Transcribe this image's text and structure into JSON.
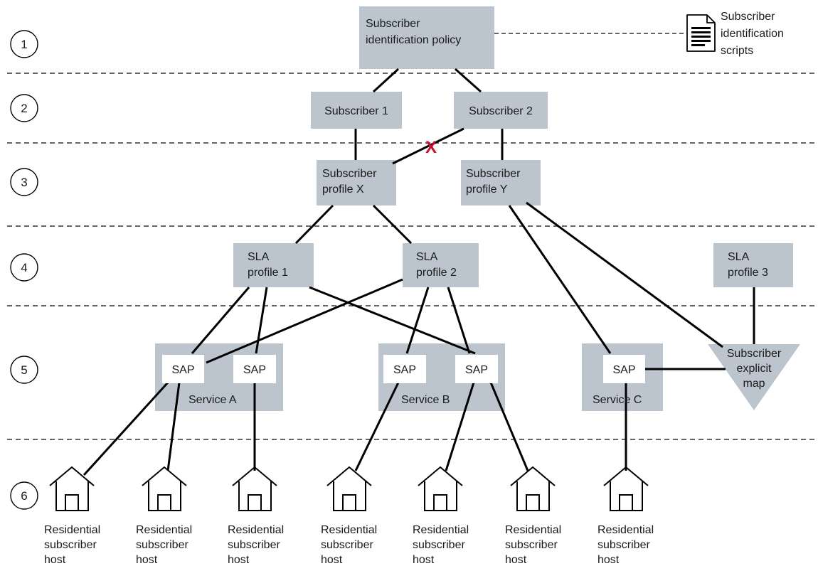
{
  "layers": [
    "1",
    "2",
    "3",
    "4",
    "5",
    "6"
  ],
  "nodes": {
    "policy": [
      "Subscriber",
      "identification policy"
    ],
    "script": [
      "Subscriber",
      "identification",
      "scripts"
    ],
    "sub1": [
      "Subscriber 1"
    ],
    "sub2": [
      "Subscriber 2"
    ],
    "profX": [
      "Subscriber",
      "profile X"
    ],
    "profY": [
      "Subscriber",
      "profile Y"
    ],
    "sla1": [
      "SLA",
      "profile 1"
    ],
    "sla2": [
      "SLA",
      "profile 2"
    ],
    "sla3": [
      "SLA",
      "profile 3"
    ],
    "svcA": [
      "Service A"
    ],
    "svcB": [
      "Service B"
    ],
    "svcC": [
      "Service C"
    ],
    "sap": [
      "SAP"
    ],
    "explicit": [
      "Subscriber",
      "explicit",
      "map"
    ],
    "host": [
      "Residential",
      "subscriber",
      "host"
    ]
  },
  "invalid_marker": "X",
  "colors": {
    "box": "#bcc5ce",
    "line": "#000000",
    "cross": "#c8102e",
    "sap_box": "#ffffff"
  },
  "icons": {
    "document": "document-icon",
    "house": "house-icon"
  }
}
